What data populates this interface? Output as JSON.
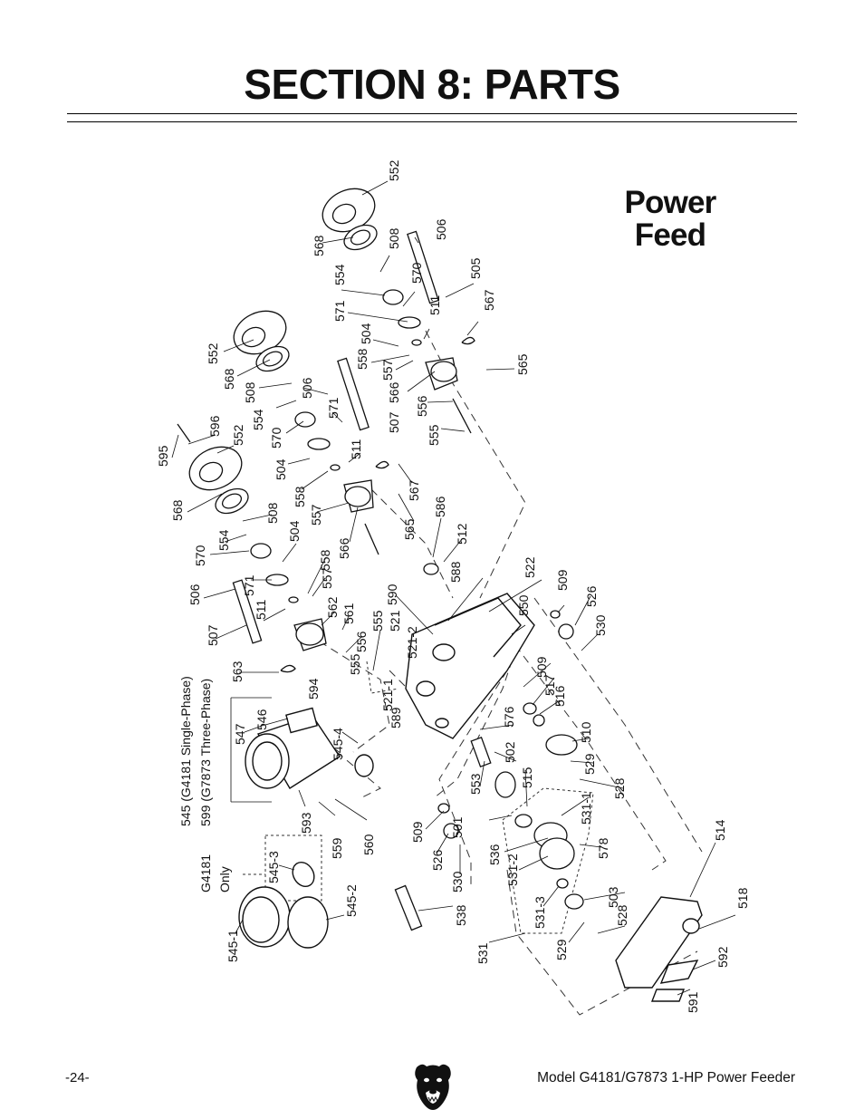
{
  "page": {
    "section_title": "SECTION 8: PARTS",
    "diagram_title_line1": "Power",
    "diagram_title_line2": "Feed",
    "page_number": "-24-",
    "model_footer": "Model G4181/G7873 1-HP Power Feeder",
    "logo_icon": "bear-head-icon"
  },
  "labels": [
    {
      "text": "552"
    },
    {
      "text": "568"
    },
    {
      "text": "508"
    },
    {
      "text": "506"
    },
    {
      "text": "554"
    },
    {
      "text": "570"
    },
    {
      "text": "505"
    },
    {
      "text": "571"
    },
    {
      "text": "504"
    },
    {
      "text": "511"
    },
    {
      "text": "567"
    },
    {
      "text": "558"
    },
    {
      "text": "557"
    },
    {
      "text": "507"
    },
    {
      "text": "566"
    },
    {
      "text": "565"
    },
    {
      "text": "556"
    },
    {
      "text": "555"
    },
    {
      "text": "552"
    },
    {
      "text": "568"
    },
    {
      "text": "508"
    },
    {
      "text": "506"
    },
    {
      "text": "554"
    },
    {
      "text": "571"
    },
    {
      "text": "570"
    },
    {
      "text": "511"
    },
    {
      "text": "504"
    },
    {
      "text": "558"
    },
    {
      "text": "567"
    },
    {
      "text": "557"
    },
    {
      "text": "565"
    },
    {
      "text": "586"
    },
    {
      "text": "566"
    },
    {
      "text": "512"
    },
    {
      "text": "595"
    },
    {
      "text": "596"
    },
    {
      "text": "552"
    },
    {
      "text": "568"
    },
    {
      "text": "508"
    },
    {
      "text": "504"
    },
    {
      "text": "554"
    },
    {
      "text": "570"
    },
    {
      "text": "558"
    },
    {
      "text": "571"
    },
    {
      "text": "557"
    },
    {
      "text": "506"
    },
    {
      "text": "511"
    },
    {
      "text": "562"
    },
    {
      "text": "561"
    },
    {
      "text": "507"
    },
    {
      "text": "556"
    },
    {
      "text": "555"
    },
    {
      "text": "555"
    },
    {
      "text": "590"
    },
    {
      "text": "588"
    },
    {
      "text": "522"
    },
    {
      "text": "521"
    },
    {
      "text": "521-2"
    },
    {
      "text": "563"
    },
    {
      "text": "594"
    },
    {
      "text": "521-1"
    },
    {
      "text": "589"
    },
    {
      "text": "550"
    },
    {
      "text": "509"
    },
    {
      "text": "526"
    },
    {
      "text": "530"
    },
    {
      "text": "509"
    },
    {
      "text": "517"
    },
    {
      "text": "516"
    },
    {
      "text": "576"
    },
    {
      "text": "510"
    },
    {
      "text": "502"
    },
    {
      "text": "553"
    },
    {
      "text": "515"
    },
    {
      "text": "529"
    },
    {
      "text": "528"
    },
    {
      "text": "531-1"
    },
    {
      "text": "545 (G4181 Single-Phase)"
    },
    {
      "text": "599 (G7873 Three-Phase)"
    },
    {
      "text": "547"
    },
    {
      "text": "546"
    },
    {
      "text": "545-4"
    },
    {
      "text": "593"
    },
    {
      "text": "559"
    },
    {
      "text": "560"
    },
    {
      "text": "G4181"
    },
    {
      "text": "Only"
    },
    {
      "text": "545-3"
    },
    {
      "text": "545-2"
    },
    {
      "text": "545-1"
    },
    {
      "text": "509"
    },
    {
      "text": "526"
    },
    {
      "text": "530"
    },
    {
      "text": "501"
    },
    {
      "text": "536"
    },
    {
      "text": "531-2"
    },
    {
      "text": "578"
    },
    {
      "text": "538"
    },
    {
      "text": "531-3"
    },
    {
      "text": "503"
    },
    {
      "text": "531"
    },
    {
      "text": "529"
    },
    {
      "text": "528"
    },
    {
      "text": "514"
    },
    {
      "text": "518"
    },
    {
      "text": "592"
    },
    {
      "text": "591"
    }
  ]
}
